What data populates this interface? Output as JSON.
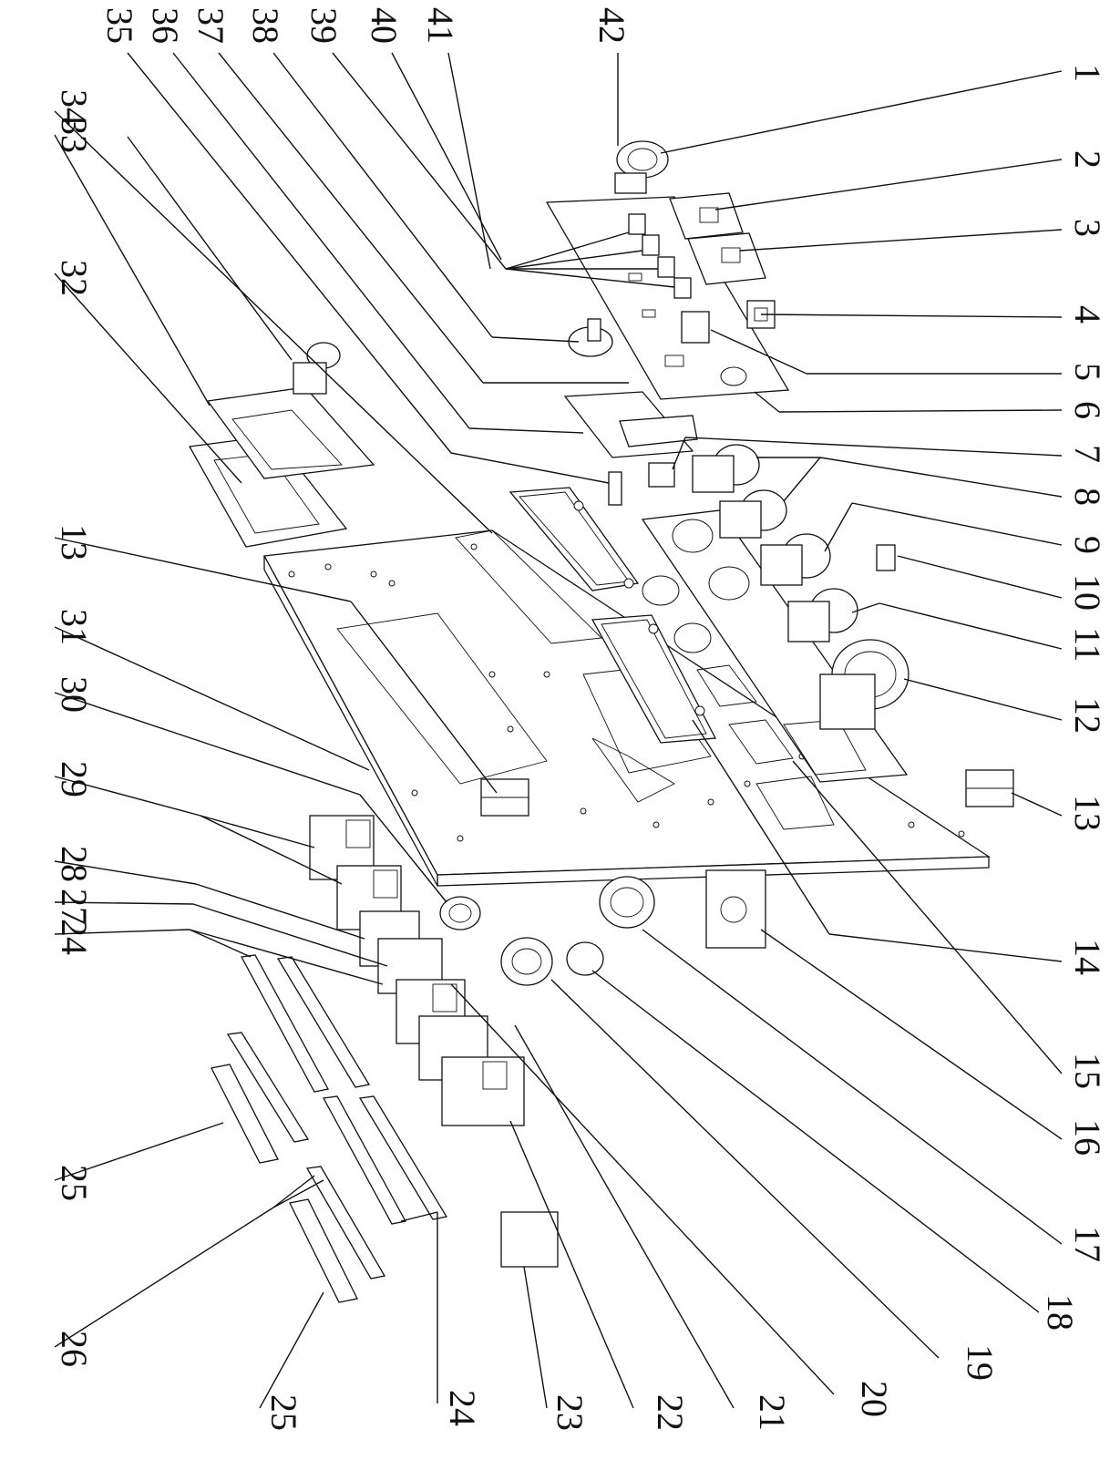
{
  "figure": {
    "type": "exploded-assembly-drawing",
    "callouts": [
      {
        "id": "c1",
        "text": "1"
      },
      {
        "id": "c2",
        "text": "2"
      },
      {
        "id": "c3",
        "text": "3"
      },
      {
        "id": "c4",
        "text": "4"
      },
      {
        "id": "c5",
        "text": "5"
      },
      {
        "id": "c6",
        "text": "6"
      },
      {
        "id": "c7",
        "text": "7"
      },
      {
        "id": "c8",
        "text": "8"
      },
      {
        "id": "c9",
        "text": "9"
      },
      {
        "id": "c10",
        "text": "10"
      },
      {
        "id": "c11",
        "text": "11"
      },
      {
        "id": "c12",
        "text": "12"
      },
      {
        "id": "c13r",
        "text": "13"
      },
      {
        "id": "c14",
        "text": "14"
      },
      {
        "id": "c15",
        "text": "15"
      },
      {
        "id": "c16",
        "text": "16"
      },
      {
        "id": "c17",
        "text": "17"
      },
      {
        "id": "c18",
        "text": "18"
      },
      {
        "id": "c19",
        "text": "19"
      },
      {
        "id": "c20",
        "text": "20"
      },
      {
        "id": "c21",
        "text": "21"
      },
      {
        "id": "c22",
        "text": "22"
      },
      {
        "id": "c23",
        "text": "23"
      },
      {
        "id": "c24b",
        "text": "24"
      },
      {
        "id": "c25b",
        "text": "25"
      },
      {
        "id": "c26",
        "text": "26"
      },
      {
        "id": "c25l",
        "text": "25"
      },
      {
        "id": "c24l",
        "text": "24"
      },
      {
        "id": "c27",
        "text": "27"
      },
      {
        "id": "c28",
        "text": "28"
      },
      {
        "id": "c29",
        "text": "29"
      },
      {
        "id": "c30",
        "text": "30"
      },
      {
        "id": "c31",
        "text": "31"
      },
      {
        "id": "c13l",
        "text": "13"
      },
      {
        "id": "c32",
        "text": "32"
      },
      {
        "id": "c33",
        "text": "33"
      },
      {
        "id": "c34",
        "text": "34"
      },
      {
        "id": "c35",
        "text": "35"
      },
      {
        "id": "c36",
        "text": "36"
      },
      {
        "id": "c37",
        "text": "37"
      },
      {
        "id": "c38",
        "text": "38"
      },
      {
        "id": "c39",
        "text": "39"
      },
      {
        "id": "c40",
        "text": "40"
      },
      {
        "id": "c41",
        "text": "41"
      },
      {
        "id": "c42",
        "text": "42"
      }
    ]
  }
}
